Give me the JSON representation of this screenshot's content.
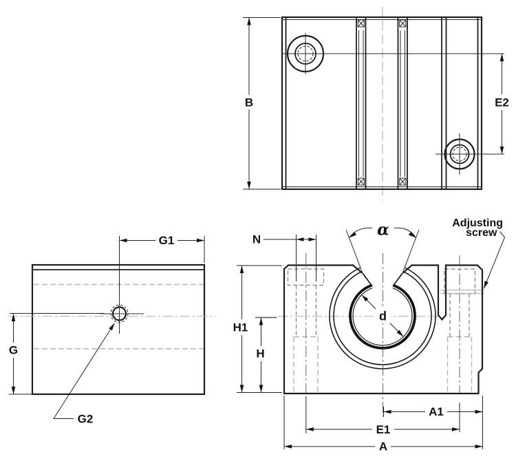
{
  "drawing": {
    "kind": "technical-dimension-drawing",
    "labels": {
      "B": "B",
      "E2": "E2",
      "G1": "G1",
      "G": "G",
      "G2": "G2",
      "N": "N",
      "alpha": "α",
      "adjusting_line1": "Adjusting",
      "adjusting_line2": "screw",
      "H1": "H1",
      "H": "H",
      "d": "d",
      "A1": "A1",
      "E1": "E1",
      "A": "A"
    },
    "colors": {
      "line": "#1d1d1d",
      "hidden_dark": "#7d7d7d",
      "hidden_light": "#b3b3b3",
      "centerline": "#b3b3b3",
      "screw_gray": "#bdbdbd",
      "background": "#ffffff"
    }
  }
}
